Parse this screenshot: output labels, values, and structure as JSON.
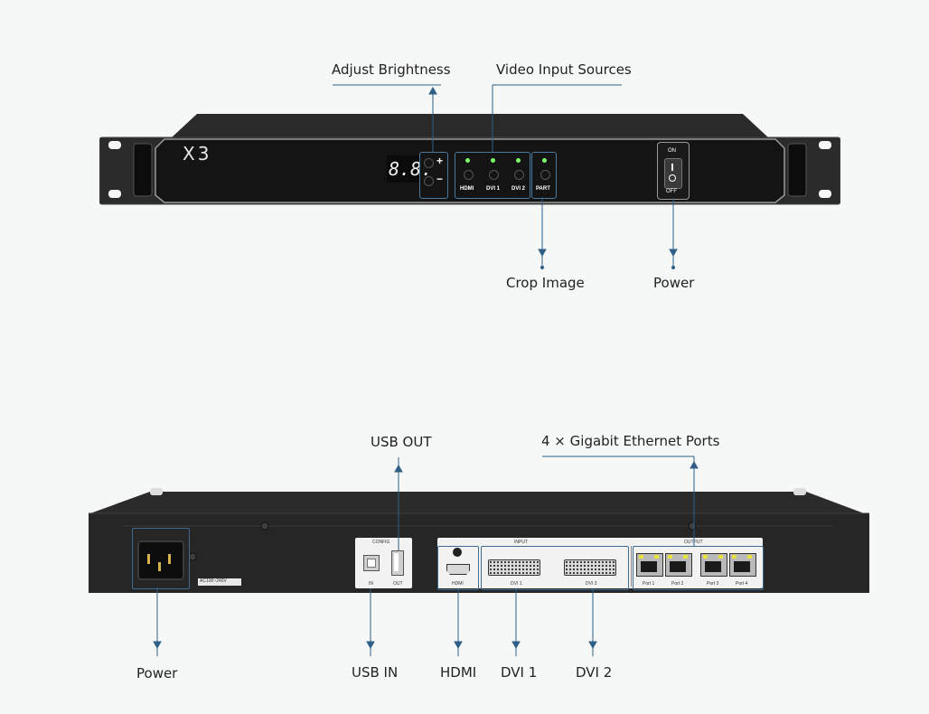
{
  "callouts": {
    "adjust_brightness": "Adjust Brightness",
    "video_input_sources": "Video Input Sources",
    "crop_image": "Crop Image",
    "power_front": "Power",
    "usb_out": "USB OUT",
    "gigabit_ports": "4 × Gigabit Ethernet Ports",
    "power_rear": "Power",
    "usb_in": "USB IN",
    "hdmi": "HDMI",
    "dvi1": "DVI 1",
    "dvi2": "DVI 2"
  },
  "front_panel": {
    "model": "X3",
    "display": "8.8.",
    "plus": "+",
    "minus": "−",
    "buttons": [
      "HDMI",
      "DVI 1",
      "DVI 2",
      "PART"
    ],
    "switch_on": "ON",
    "switch_off": "OFF"
  },
  "rear_panel": {
    "ac_label": "AC100~240V",
    "config_label": "CONFIG",
    "config_in": "IN",
    "config_out": "OUT",
    "input_label": "INPUT",
    "output_label": "OUTPUT",
    "hdmi_label": "HDMI",
    "dvi1_label": "DVI 1",
    "dvi2_label": "DVI 2",
    "ports": [
      "Port 1",
      "Port 2",
      "Port 3",
      "Port 4"
    ]
  },
  "colors": {
    "leader_line": "#2f5f86",
    "chassis": "#1f1f1f",
    "led": "#7dff6a",
    "rj45_led": "#e8e23a"
  }
}
